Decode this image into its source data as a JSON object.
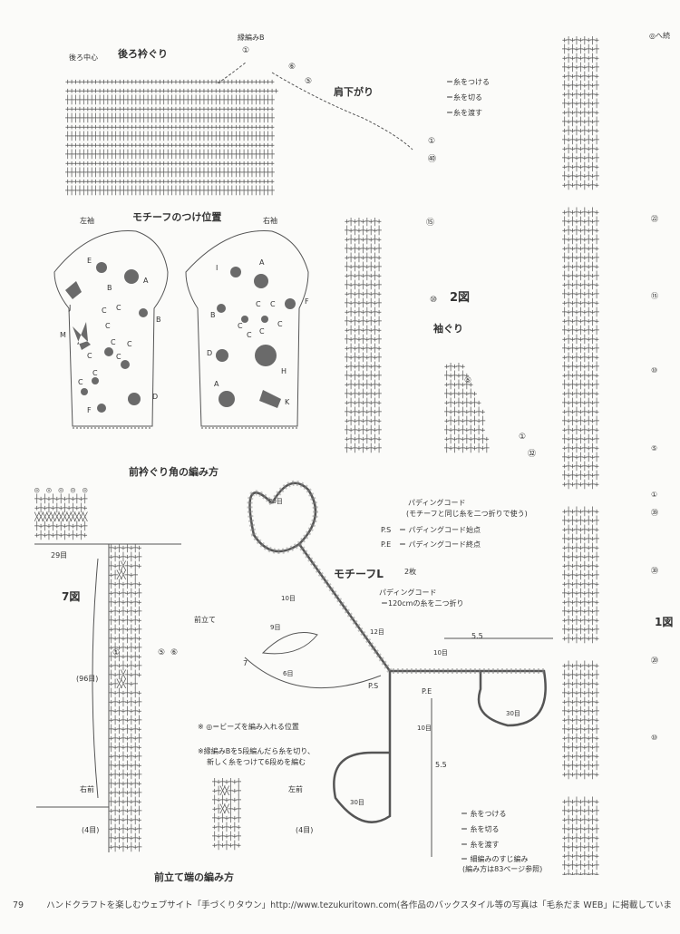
{
  "back_neck": {
    "title": "後ろ衿ぐり",
    "center_label": "後ろ中心",
    "shoulder_label": "肩下がり",
    "stitch_b_label": "縁編みB",
    "row_marks": [
      "①",
      "⑤",
      "⑥",
      "①",
      "㊵"
    ]
  },
  "legend_top": {
    "attach": "＝糸をつける",
    "cut": "＝糸を切る",
    "carry": "＝糸を渡す"
  },
  "motif_positions": {
    "title": "モチーフのつけ位置",
    "left_sleeve": "左袖",
    "right_sleeve": "右袖",
    "left_letters": [
      "E",
      "B",
      "A",
      "J",
      "C",
      "C",
      "B",
      "M",
      "C",
      "C",
      "C",
      "C",
      "C",
      "F",
      "D",
      "C",
      "C"
    ],
    "right_letters": [
      "I",
      "A",
      "B",
      "F",
      "C",
      "C",
      "C",
      "C",
      "C",
      "C",
      "D",
      "H",
      "A",
      "K"
    ]
  },
  "fig2": {
    "label": "2図",
    "armhole": "袖ぐり",
    "row_marks": [
      "⑮",
      "⑩",
      "⑤",
      "①",
      "㉜"
    ]
  },
  "fig1": {
    "label": "1図",
    "marks": [
      "◎へ続",
      "㉒",
      "⑮",
      "⑩",
      "⑤",
      "①",
      "㊴",
      "㉚",
      "⑳",
      "⑩"
    ]
  },
  "front_neck": {
    "title": "前衿ぐり角の編み方",
    "fig7": "7図",
    "rows29": "29目",
    "rows96": "(96目)",
    "front_band": "前立て",
    "right_front": "右前",
    "left_front": "左前",
    "rows4a": "(4目)",
    "rows4b": "(4目)",
    "mark1": "①",
    "mark5": "⑤",
    "mark6": "⑥",
    "edge_title": "前立て端の編み方"
  },
  "notes": {
    "bead": "※ ◎＝ビーズを編み入れる位置",
    "rib": "※縁編みBを5段編んだら糸を切り、",
    "rib2": "新しく糸をつけて6段めを編む"
  },
  "motif_l": {
    "title": "モチーフL",
    "count": "2枚",
    "padding_cord": "パディングコード",
    "padding_note": "(モチーフと同じ糸を二つ折りで使う)",
    "ps": "P.S",
    "ps_desc": "＝ パディングコード始点",
    "pe": "P.E",
    "pe_desc": "＝ パディングコード終点",
    "cord_length": "パディングコード",
    "cord_length2": "＝120cmの糸を二つ折り",
    "labels": [
      "30目",
      "10目",
      "9目",
      "6目",
      "12目",
      "7",
      "10目",
      "30目",
      "10目",
      "30目",
      "P.S",
      "P.E"
    ],
    "dim1": "5.5",
    "dim2": "5.5"
  },
  "legend_bottom": {
    "attach": "＝ 糸をつける",
    "cut": "＝ 糸を切る",
    "carry": "＝ 糸を渡す",
    "rib": "＝ 細編みのすじ編み",
    "rib_note": "(編み方は83ページ参照)"
  },
  "footer": {
    "page": "79",
    "text": "ハンドクラフトを楽しむウェブサイト「手づくりタウン」http://www.tezukuritown.com(各作品のバックスタイル等の写真は「毛糸だま WEB」に掲載していま"
  },
  "colors": {
    "line": "#555555",
    "motif": "#6a6a6a",
    "bg": "#fbfbf9"
  }
}
